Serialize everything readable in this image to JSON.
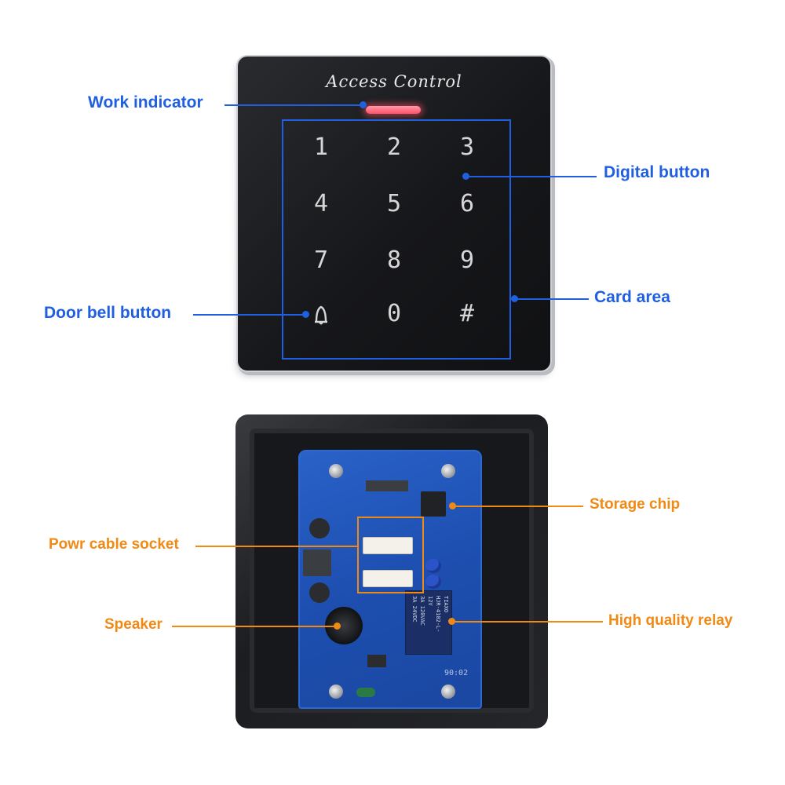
{
  "device": {
    "brand": "Access Control",
    "keys": [
      [
        "1",
        "2",
        "3"
      ],
      [
        "4",
        "5",
        "6"
      ],
      [
        "7",
        "8",
        "9"
      ],
      [
        "bell",
        "0",
        "#"
      ]
    ],
    "led_color": "#ff5068"
  },
  "callouts": {
    "work_indicator": "Work indicator",
    "digital_button": "Digital button",
    "card_area": "Card area",
    "door_bell_button": "Door bell button",
    "storage_chip": "Storage chip",
    "power_cable_socket": "Powr cable socket",
    "speaker": "Speaker",
    "relay": "High quality relay"
  },
  "colors": {
    "callout_blue": "#1f5fe0",
    "callout_orange": "#f08a14",
    "pcb_blue": "#1d4fb0"
  },
  "pcb": {
    "relay_text": [
      "TIAXO",
      "HJR-4102-L-12V",
      "3A 120VAC",
      "3A 24VDC"
    ],
    "board_mark": "90:02"
  }
}
